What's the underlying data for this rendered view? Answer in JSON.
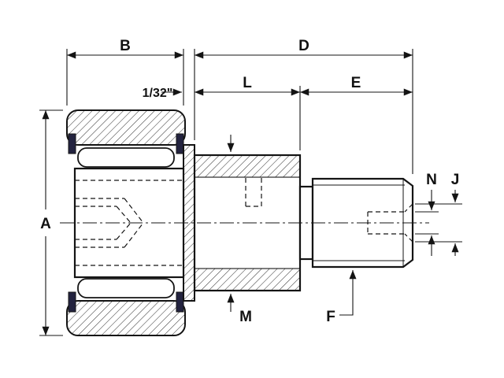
{
  "drawing": {
    "labels": {
      "a": "A",
      "b": "B",
      "d": "D",
      "l": "L",
      "e": "E",
      "n": "N",
      "j": "J",
      "m": "M",
      "f": "F",
      "offset": "1/32\""
    },
    "colors": {
      "background": "#ffffff",
      "line": "#141414",
      "seal": "#23233f"
    }
  }
}
